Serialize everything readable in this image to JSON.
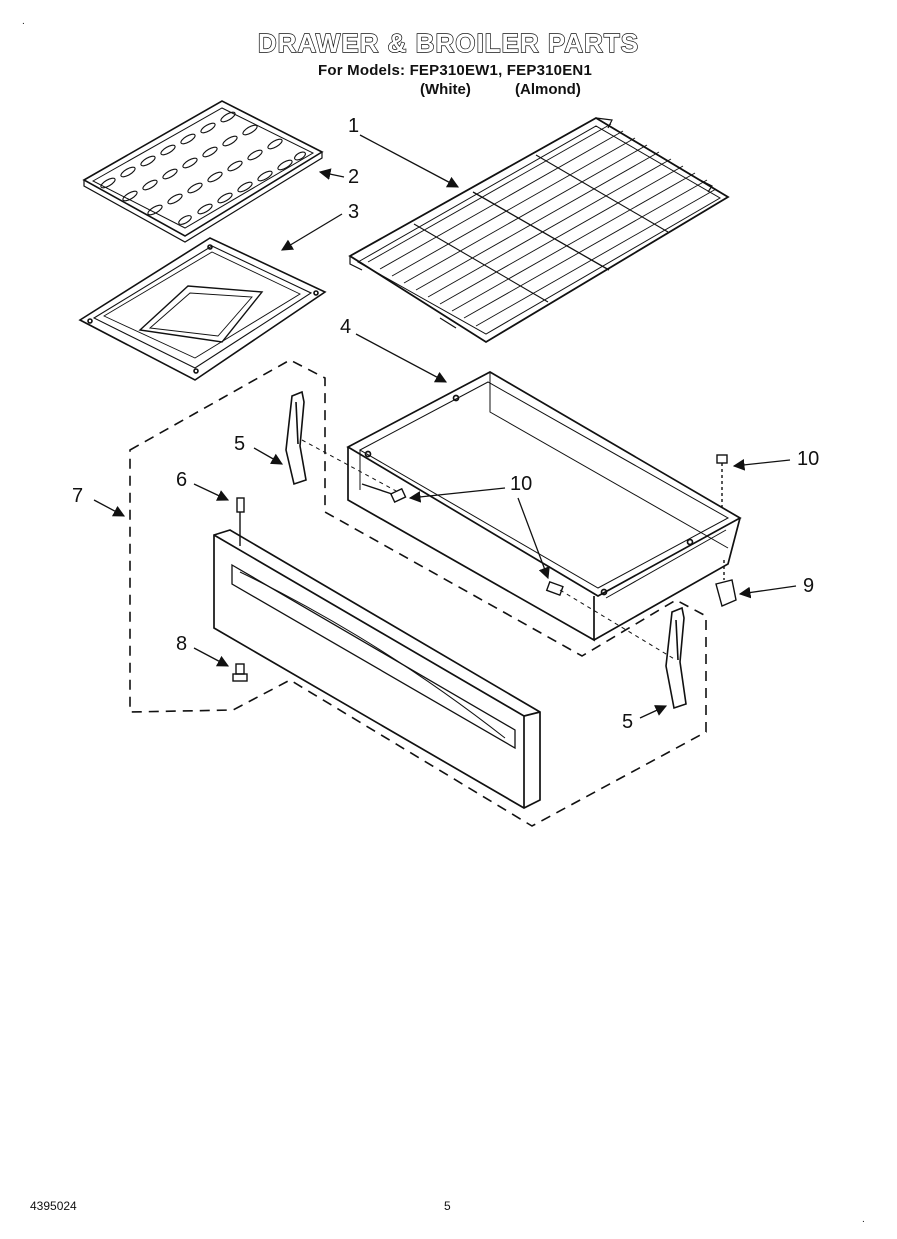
{
  "header": {
    "title": "DRAWER & BROILER PARTS",
    "subtitle": "For Models: FEP310EW1, FEP310EN1",
    "variant_white": "(White)",
    "variant_almond": "(Almond)"
  },
  "callouts": {
    "c1": "1",
    "c2": "2",
    "c3": "3",
    "c4": "4",
    "c5a": "5",
    "c5b": "5",
    "c6": "6",
    "c7": "7",
    "c8": "8",
    "c9": "9",
    "c10a": "10",
    "c10b": "10"
  },
  "footer": {
    "doc_number": "4395024",
    "page_number": "5"
  }
}
